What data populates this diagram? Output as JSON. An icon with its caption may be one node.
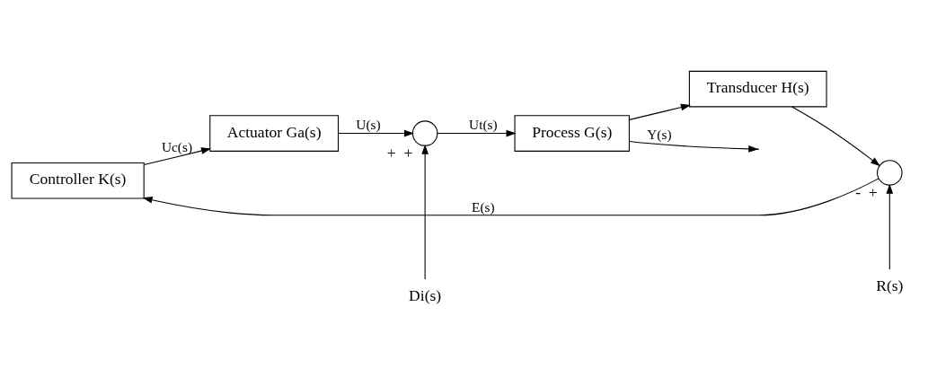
{
  "diagram": {
    "nodes": [
      {
        "text": [
          "Controller K(s)"
        ]
      },
      {
        "text": [
          "Actuator Ga(s)"
        ]
      },
      {
        "text": [],
        "shape": "circle",
        "beside": [
          "+",
          "+"
        ]
      },
      {
        "text": [
          "Process G(s)"
        ]
      },
      {
        "text": [
          "Transducer H(s)"
        ]
      },
      {
        "text": [],
        "shape": "circle",
        "beside": [
          "-",
          "+"
        ]
      },
      {
        "text": [
          "Di(s)"
        ]
      },
      {
        "text": [
          "R(s)"
        ]
      }
    ],
    "edges": [
      {
        "from": 5,
        "to": 0,
        "arrow": "to",
        "label": "E(s)"
      },
      {
        "from": 0,
        "to": 1,
        "arrow": "to",
        "label": "Uc(s)"
      },
      {
        "from": 1,
        "to": 2,
        "arrow": "to",
        "label": "U(s)"
      },
      {
        "from": 6,
        "to": 2,
        "arrow": "to"
      },
      {
        "from": 2,
        "to": 3,
        "arrow": "to",
        "label": "Ut(s)"
      },
      {
        "from": 3,
        "to": null,
        "arrow": "to",
        "label": "Y(s)"
      },
      {
        "from": 3,
        "to": 4,
        "arrow": "to"
      },
      {
        "from": 4,
        "to": 5,
        "arrow": "to"
      },
      {
        "from": 7,
        "to": 5,
        "arrow": "to"
      }
    ]
  }
}
